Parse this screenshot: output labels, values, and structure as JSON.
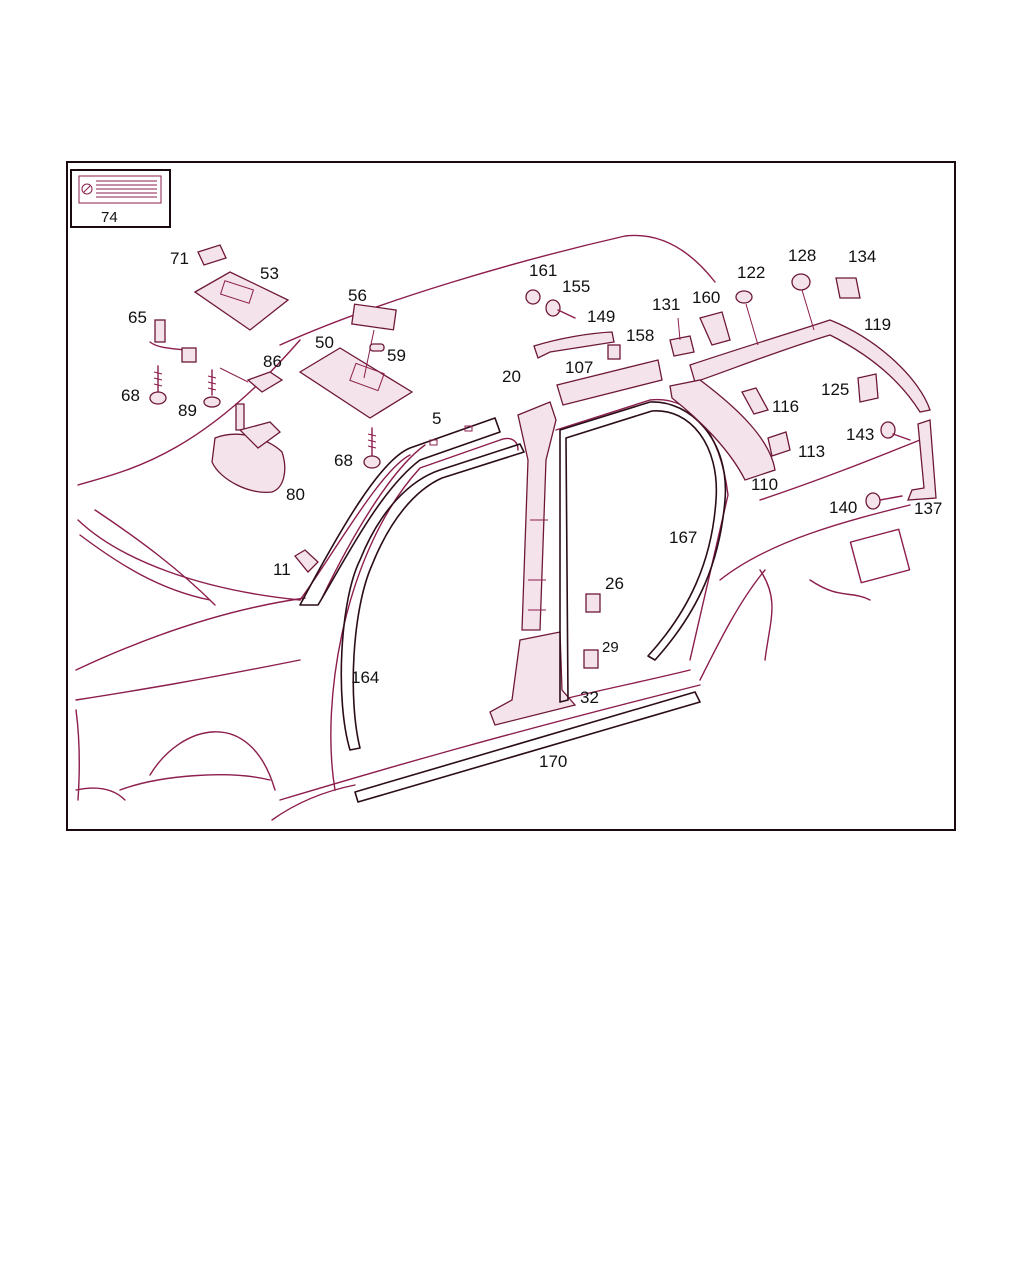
{
  "legend": {
    "number": "74"
  },
  "callouts": [
    {
      "id": "c5",
      "text": "5"
    },
    {
      "id": "c11",
      "text": "11"
    },
    {
      "id": "c20",
      "text": "20"
    },
    {
      "id": "c26",
      "text": "26"
    },
    {
      "id": "c29",
      "text": "29"
    },
    {
      "id": "c32",
      "text": "32"
    },
    {
      "id": "c50",
      "text": "50"
    },
    {
      "id": "c53",
      "text": "53"
    },
    {
      "id": "c56",
      "text": "56"
    },
    {
      "id": "c59",
      "text": "59"
    },
    {
      "id": "c65",
      "text": "65"
    },
    {
      "id": "c68a",
      "text": "68"
    },
    {
      "id": "c68b",
      "text": "68"
    },
    {
      "id": "c71",
      "text": "71"
    },
    {
      "id": "c80",
      "text": "80"
    },
    {
      "id": "c86",
      "text": "86"
    },
    {
      "id": "c89",
      "text": "89"
    },
    {
      "id": "c107",
      "text": "107"
    },
    {
      "id": "c110",
      "text": "110"
    },
    {
      "id": "c113",
      "text": "113"
    },
    {
      "id": "c116",
      "text": "116"
    },
    {
      "id": "c119",
      "text": "119"
    },
    {
      "id": "c122",
      "text": "122"
    },
    {
      "id": "c125",
      "text": "125"
    },
    {
      "id": "c128",
      "text": "128"
    },
    {
      "id": "c131",
      "text": "131"
    },
    {
      "id": "c134",
      "text": "134"
    },
    {
      "id": "c137",
      "text": "137"
    },
    {
      "id": "c140",
      "text": "140"
    },
    {
      "id": "c143",
      "text": "143"
    },
    {
      "id": "c149",
      "text": "149"
    },
    {
      "id": "c155",
      "text": "155"
    },
    {
      "id": "c158",
      "text": "158"
    },
    {
      "id": "c160",
      "text": "160"
    },
    {
      "id": "c161",
      "text": "161"
    },
    {
      "id": "c164",
      "text": "164"
    },
    {
      "id": "c167",
      "text": "167"
    },
    {
      "id": "c170",
      "text": "170"
    }
  ],
  "colors": {
    "line": "#8c1d4c",
    "frame": "#1a0a10",
    "text": "#111111"
  }
}
